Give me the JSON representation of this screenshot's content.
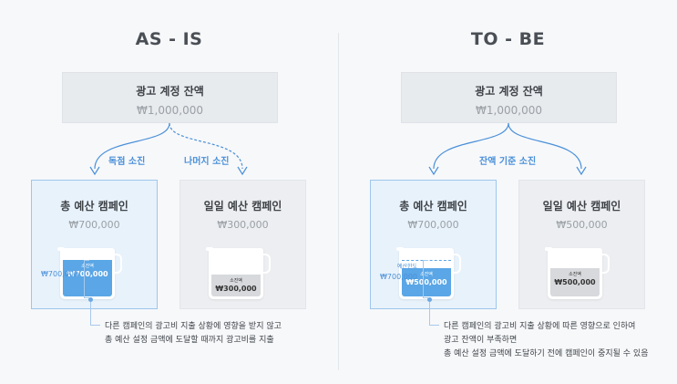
{
  "as_is": {
    "heading": "AS - IS",
    "account": {
      "title": "광고 계정 잔액",
      "value": "₩1,000,000"
    },
    "flow_left": "독점 소진",
    "flow_right": "나머지 소진",
    "box_left": {
      "title": "총 예산 캠페인",
      "value": "₩700,000",
      "fill_label": "소진액",
      "fill_value": "₩700,000",
      "side_value": "₩700,000"
    },
    "box_right": {
      "title": "일일 예산 캠페인",
      "value": "₩300,000",
      "fill_label": "소진액",
      "fill_value": "₩300,000"
    },
    "note": [
      "다른 캠페인의 광고비 지출 상황에 영향을 받지 않고",
      "총 예산 설정 금액에 도달할 때까지 광고비를 지출"
    ]
  },
  "to_be": {
    "heading": "TO - BE",
    "account": {
      "title": "광고 계정 잔액",
      "value": "₩1,000,000"
    },
    "flow": "잔액 기준 소진",
    "box_left": {
      "title": "총 예산 캠페인",
      "value": "₩700,000",
      "fill_label": "소진액",
      "fill_value": "₩500,000",
      "side_label": "예산한도",
      "side_value": "₩700,000"
    },
    "box_right": {
      "title": "일일 예산 캠페인",
      "value": "₩500,000",
      "fill_label": "소진액",
      "fill_value": "₩500,000"
    },
    "note": [
      "다른 캠페인의 광고비 지출 상황에 따른 영향으로 인하여",
      "광고 잔액이 부족하면",
      "총 예산 설정 금액에 도달하기 전에 캠페인이 중지될 수 있음"
    ]
  },
  "colors": {
    "accent": "#4a90d9",
    "fill_blue": "#5aa6e6",
    "box_highlight": "#e8f2fb"
  }
}
